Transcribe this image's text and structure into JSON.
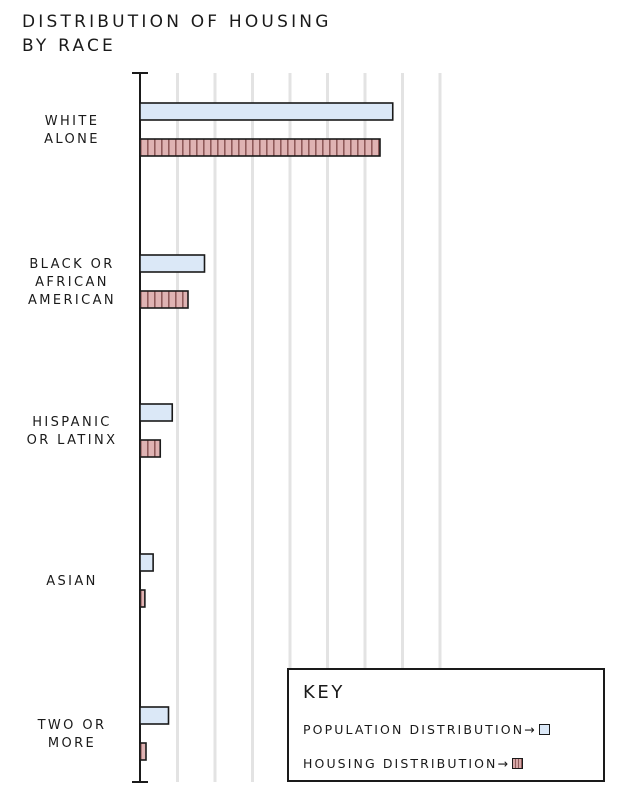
{
  "title_lines": [
    "DISTRIBUTION OF HOUSING",
    "BY RACE"
  ],
  "colors": {
    "population_fill": "#dbe8f7",
    "housing_fill": "#dfb3b3",
    "housing_stripe": "#8f5a5a",
    "outline": "#1a1a1a",
    "grid": "#e3e3e3"
  },
  "key": {
    "title": "KEY",
    "population_label": "POPULATION DISTRIBUTION→",
    "housing_label": "HOUSING DISTRIBUTION→"
  },
  "chart_data": {
    "type": "bar",
    "orientation": "horizontal",
    "categories": [
      [
        "WHITE",
        "ALONE"
      ],
      [
        "BLACK OR",
        "AFRICAN",
        "AMERICAN"
      ],
      [
        "HISPANIC",
        "OR LATINX"
      ],
      [
        "ASIAN"
      ],
      [
        "TWO OR",
        "MORE"
      ]
    ],
    "series": [
      {
        "name": "POPULATION DISTRIBUTION",
        "values": [
          67.4,
          17.2,
          8.6,
          3.5,
          7.6
        ]
      },
      {
        "name": "HOUSING DISTRIBUTION",
        "values": [
          64.0,
          12.8,
          5.4,
          1.3,
          1.6
        ]
      }
    ],
    "xlim": [
      0,
      80
    ],
    "grid": true,
    "legend_position": "bottom-right"
  }
}
